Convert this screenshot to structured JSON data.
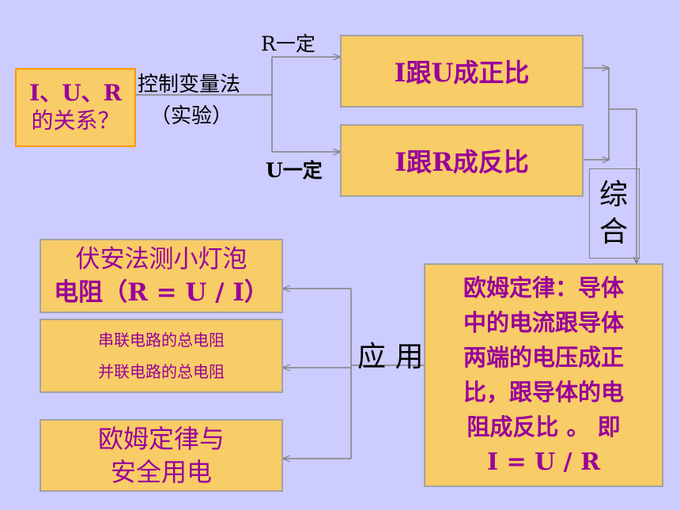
{
  "topic_box": {
    "line1": "I、U、R",
    "line2": "的关系？"
  },
  "method_label": {
    "line1": "控制变量法",
    "line2": "（实验）"
  },
  "condition_r": "R一定",
  "condition_u": "U一定",
  "result_u": "I跟U成正比",
  "result_r": "I跟R成反比",
  "combine_label": {
    "char1": "综",
    "char2": "合"
  },
  "ohm_law": {
    "lines": [
      "欧姆定律：导体",
      "中的电流跟导体",
      "两端的电压成正",
      "比，跟导体的电",
      "阻成反比 。 即"
    ],
    "formula": "I = U / R"
  },
  "apply_label": "应 用",
  "applications": [
    {
      "lines": [
        "伏安法测小灯泡",
        "电阻（R = U / I）"
      ]
    },
    {
      "lines": [
        "串联电路的总电阻",
        "并联电路的总电阻"
      ]
    },
    {
      "lines": [
        "欧姆定律与",
        "安全用电"
      ]
    }
  ],
  "colors": {
    "background": "#ccccff",
    "box_fill": "#f8cc66",
    "box_border": "#a2a2a2",
    "topic_border": "#ff9900",
    "text_purple": "#990099",
    "arrow": "#808080"
  }
}
